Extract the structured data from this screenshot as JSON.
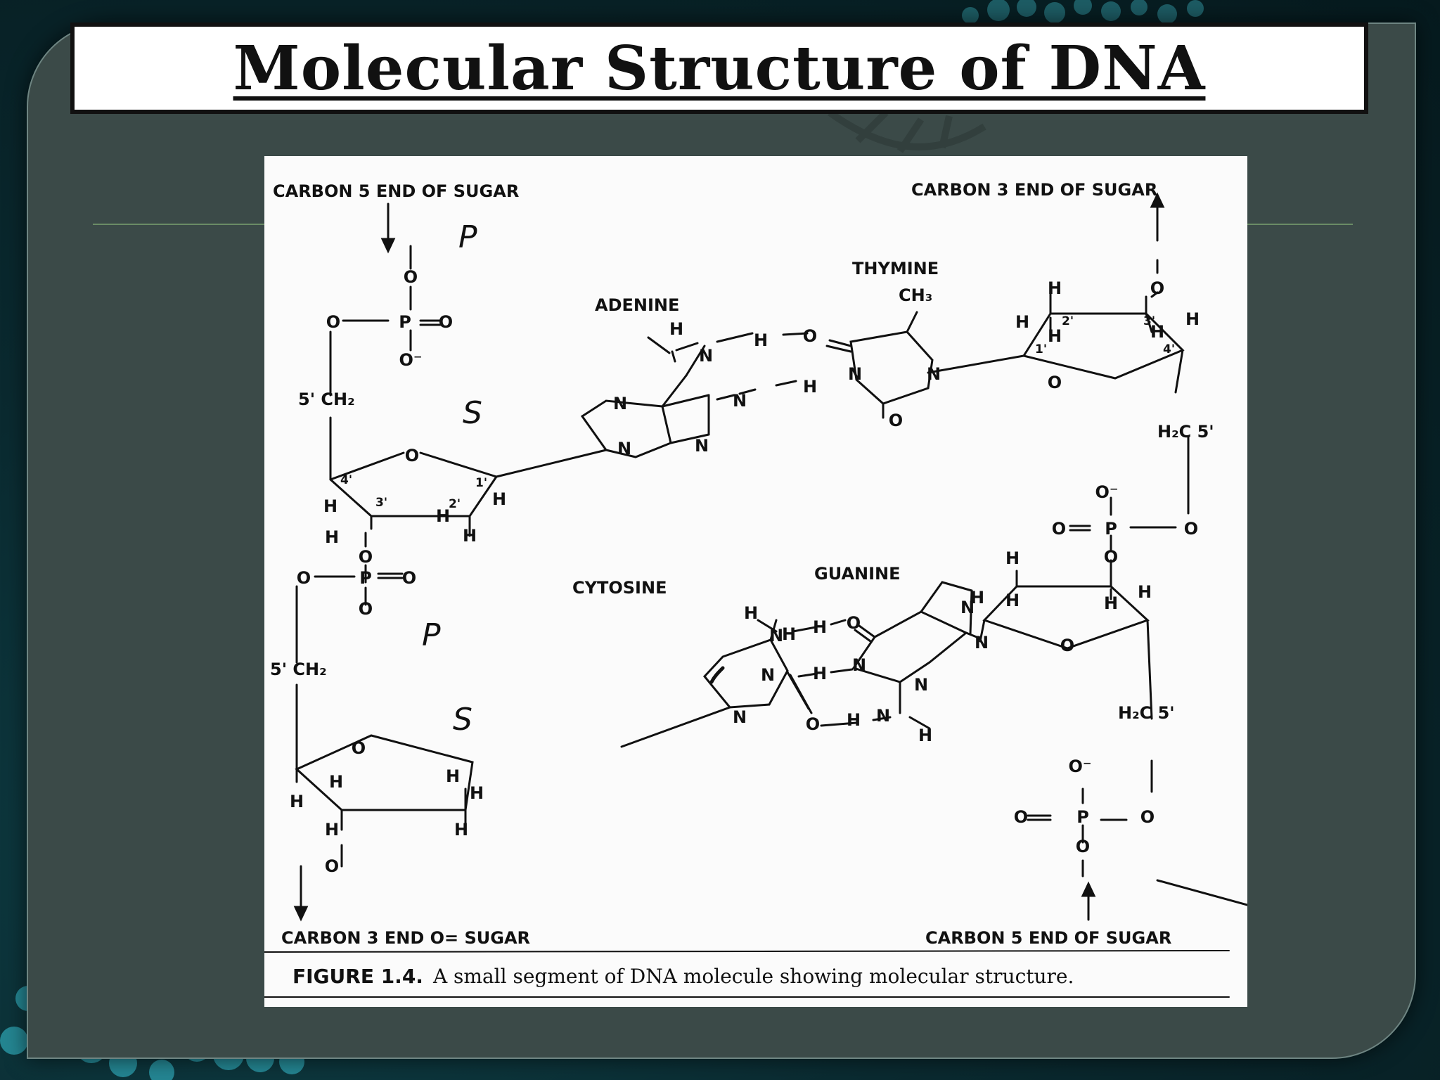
{
  "slide": {
    "title": "Molecular Structure of DNA"
  },
  "figure": {
    "end_labels": {
      "top_left": "CARBON 5 END OF SUGAR",
      "top_right": "CARBON 3 END OF SUGAR",
      "bottom_left": "CARBON 3 END O= SUGAR",
      "bottom_right": "CARBON 5 END OF SUGAR"
    },
    "bases": {
      "adenine": "ADENINE",
      "thymine": "THYMINE",
      "cytosine": "CYTOSINE",
      "guanine": "GUANINE"
    },
    "annotations": {
      "p_top": "P",
      "s_top": "S",
      "p_mid": "P",
      "s_bottom": "S"
    },
    "caption": {
      "figure_number": "FIGURE 1.4.",
      "text": "A small segment of DNA molecule showing molecular structure."
    }
  }
}
